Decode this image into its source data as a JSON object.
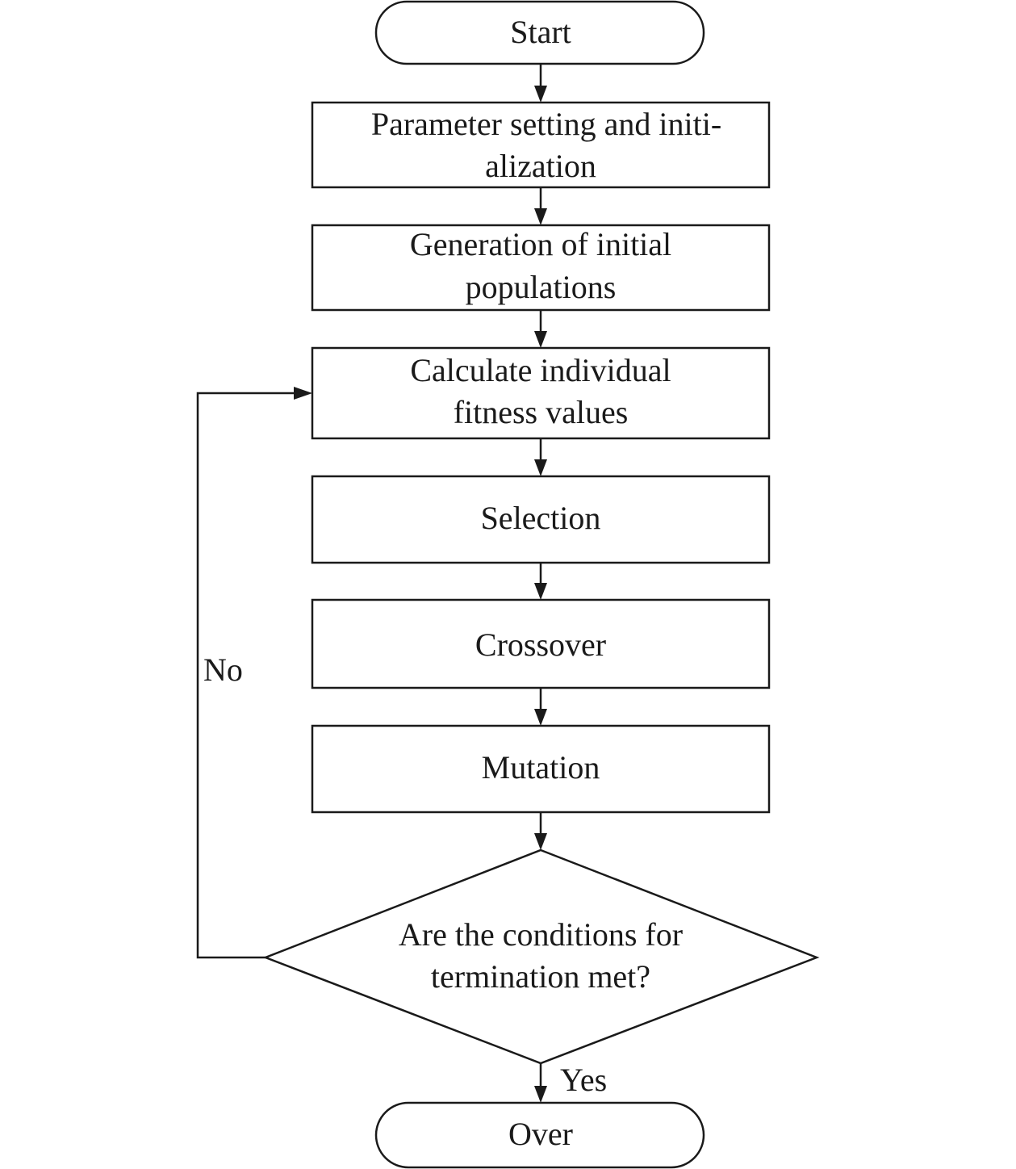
{
  "flowchart": {
    "start": "Start",
    "param_init": [
      "Parameter setting and initi-",
      "alization"
    ],
    "gen_pop": [
      "Generation of initial",
      "populations"
    ],
    "calc_fitness": [
      "Calculate individual",
      "fitness values"
    ],
    "selection": "Selection",
    "crossover": "Crossover",
    "mutation": "Mutation",
    "decision": [
      "Are the conditions for",
      "termination met?"
    ],
    "label_no": "No",
    "label_yes": "Yes",
    "end": "Over"
  }
}
